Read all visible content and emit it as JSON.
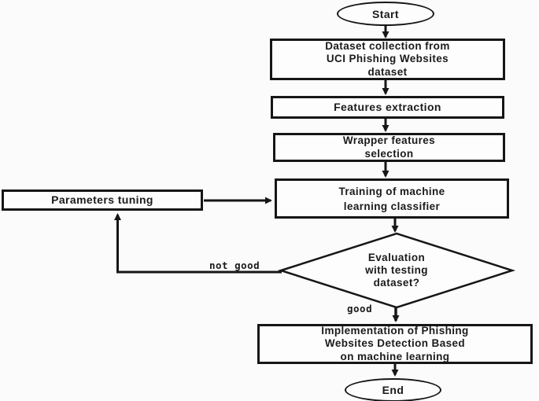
{
  "flowchart": {
    "start": {
      "label": "Start"
    },
    "dataset_collection": {
      "lines": [
        "Dataset collection from",
        "UCI Phishing Websites",
        "dataset"
      ]
    },
    "features_extraction": {
      "label": "Features extraction"
    },
    "wrapper_selection": {
      "lines": [
        "Wrapper features",
        "selection"
      ]
    },
    "parameters_tuning": {
      "label": "Parameters tuning"
    },
    "training": {
      "lines": [
        "Training of machine",
        "learning classifier"
      ]
    },
    "evaluation": {
      "lines": [
        "Evaluation",
        "with testing",
        "dataset?"
      ]
    },
    "implementation": {
      "lines": [
        "Implementation of Phishing",
        "Websites Detection Based",
        "on machine learning"
      ]
    },
    "end": {
      "label": "End"
    },
    "edge_labels": {
      "not_good": "not good",
      "good": "good"
    },
    "colors": {
      "line": "#161616",
      "node_fill": "#fdfdfd",
      "background": "#fbfbfb",
      "text": "#1b1b1b"
    }
  }
}
